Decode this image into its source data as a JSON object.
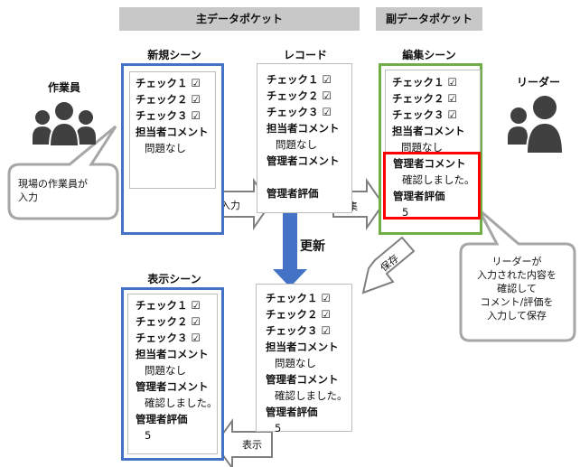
{
  "headers": {
    "primary_pocket": "主データポケット",
    "secondary_pocket": "副データポケット"
  },
  "titles": {
    "new_scene": "新規シーン",
    "record": "レコード",
    "edit_scene": "編集シーン",
    "display_scene": "表示シーン"
  },
  "people": {
    "worker": "作業員",
    "leader": "リーダー"
  },
  "checks": [
    "チェック１ ☑",
    "チェック２ ☑",
    "チェック３ ☑"
  ],
  "fields": {
    "staff_comment_label": "担当者コメント",
    "staff_comment_value": "問題なし",
    "manager_comment_label": "管理者コメント",
    "manager_comment_value": "確認しました。",
    "manager_rating_label": "管理者評価",
    "manager_rating_value": "5"
  },
  "arrows": {
    "input": "入力",
    "edit": "編集",
    "update": "更新",
    "save": "保存",
    "display": "表示"
  },
  "callouts": {
    "worker_line1": "現場の作業員が",
    "worker_line2": "入力",
    "leader_line1": "リーダーが",
    "leader_line2": "入力された内容を",
    "leader_line3": "確認して",
    "leader_line4": "コメント/評価を",
    "leader_line5": "入力して保存"
  },
  "colors": {
    "blue": "#4472c4",
    "green": "#70ad47",
    "red": "#ff0000",
    "gray": "#a6a6a6",
    "header": "#c8c8c8",
    "person": "#404040"
  }
}
